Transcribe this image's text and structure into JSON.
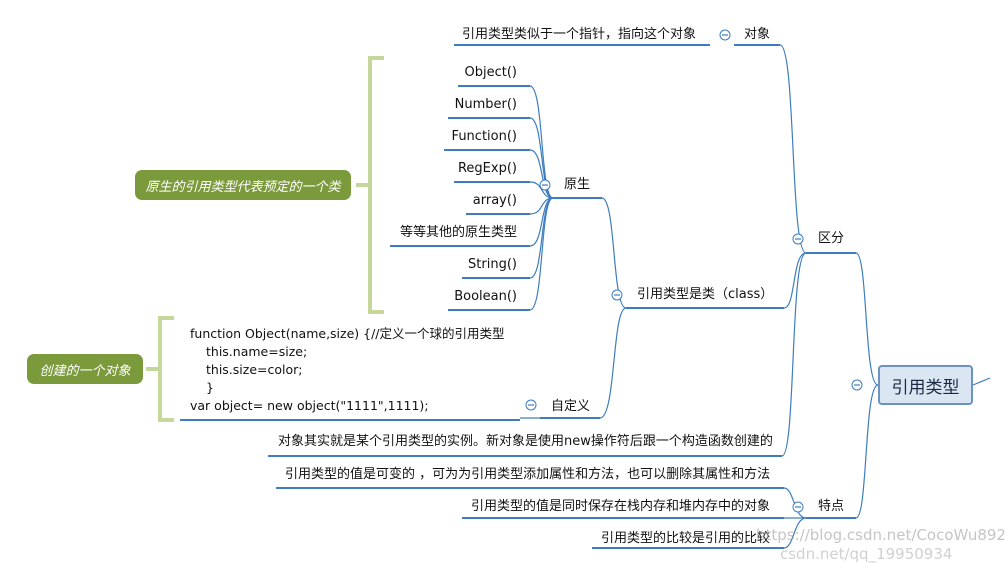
{
  "root": {
    "label": "引用类型"
  },
  "branches": {
    "distinguish": {
      "label": "区分",
      "object": {
        "label": "对象",
        "child": "引用类型类似于一个指针，指向这个对象"
      },
      "class": {
        "label": "引用类型是类（class）",
        "native": {
          "label": "原生",
          "items": [
            "Object()",
            "Number()",
            "Function()",
            "RegExp()",
            "array()",
            "等等其他的原生类型",
            "String()",
            "Boolean()"
          ],
          "callout": "原生的引用类型代表预定的一个类"
        },
        "custom": {
          "label": "自定义",
          "code": [
            "function Object(name,size) {//定义一个球的引用类型",
            "this.name=size;",
            "this.size=color;",
            "}",
            "var object=  new object(\"1111\",1111);"
          ],
          "callout": "创建的一个对象"
        }
      },
      "instance_note": "对象其实就是某个引用类型的实例。新对象是使用new操作符后跟一个构造函数创建的"
    },
    "features": {
      "label": "特点",
      "items": [
        "引用类型的值是可变的 ，可为为引用类型添加属性和方法，也可以删除其属性和方法",
        "引用类型的值是同时保存在栈内存和堆内存中的对象",
        "引用类型的比较是引用的比较"
      ]
    }
  },
  "watermark": "https://blog.csdn.net/CocoWu892",
  "watermark_partial": "csdn.net/qq_19950934",
  "colors": {
    "connector": "#3d7dbf",
    "root_fill": "#dbe6f3",
    "callout_fill": "#7b9a3b",
    "brace": "#c5d79b"
  }
}
